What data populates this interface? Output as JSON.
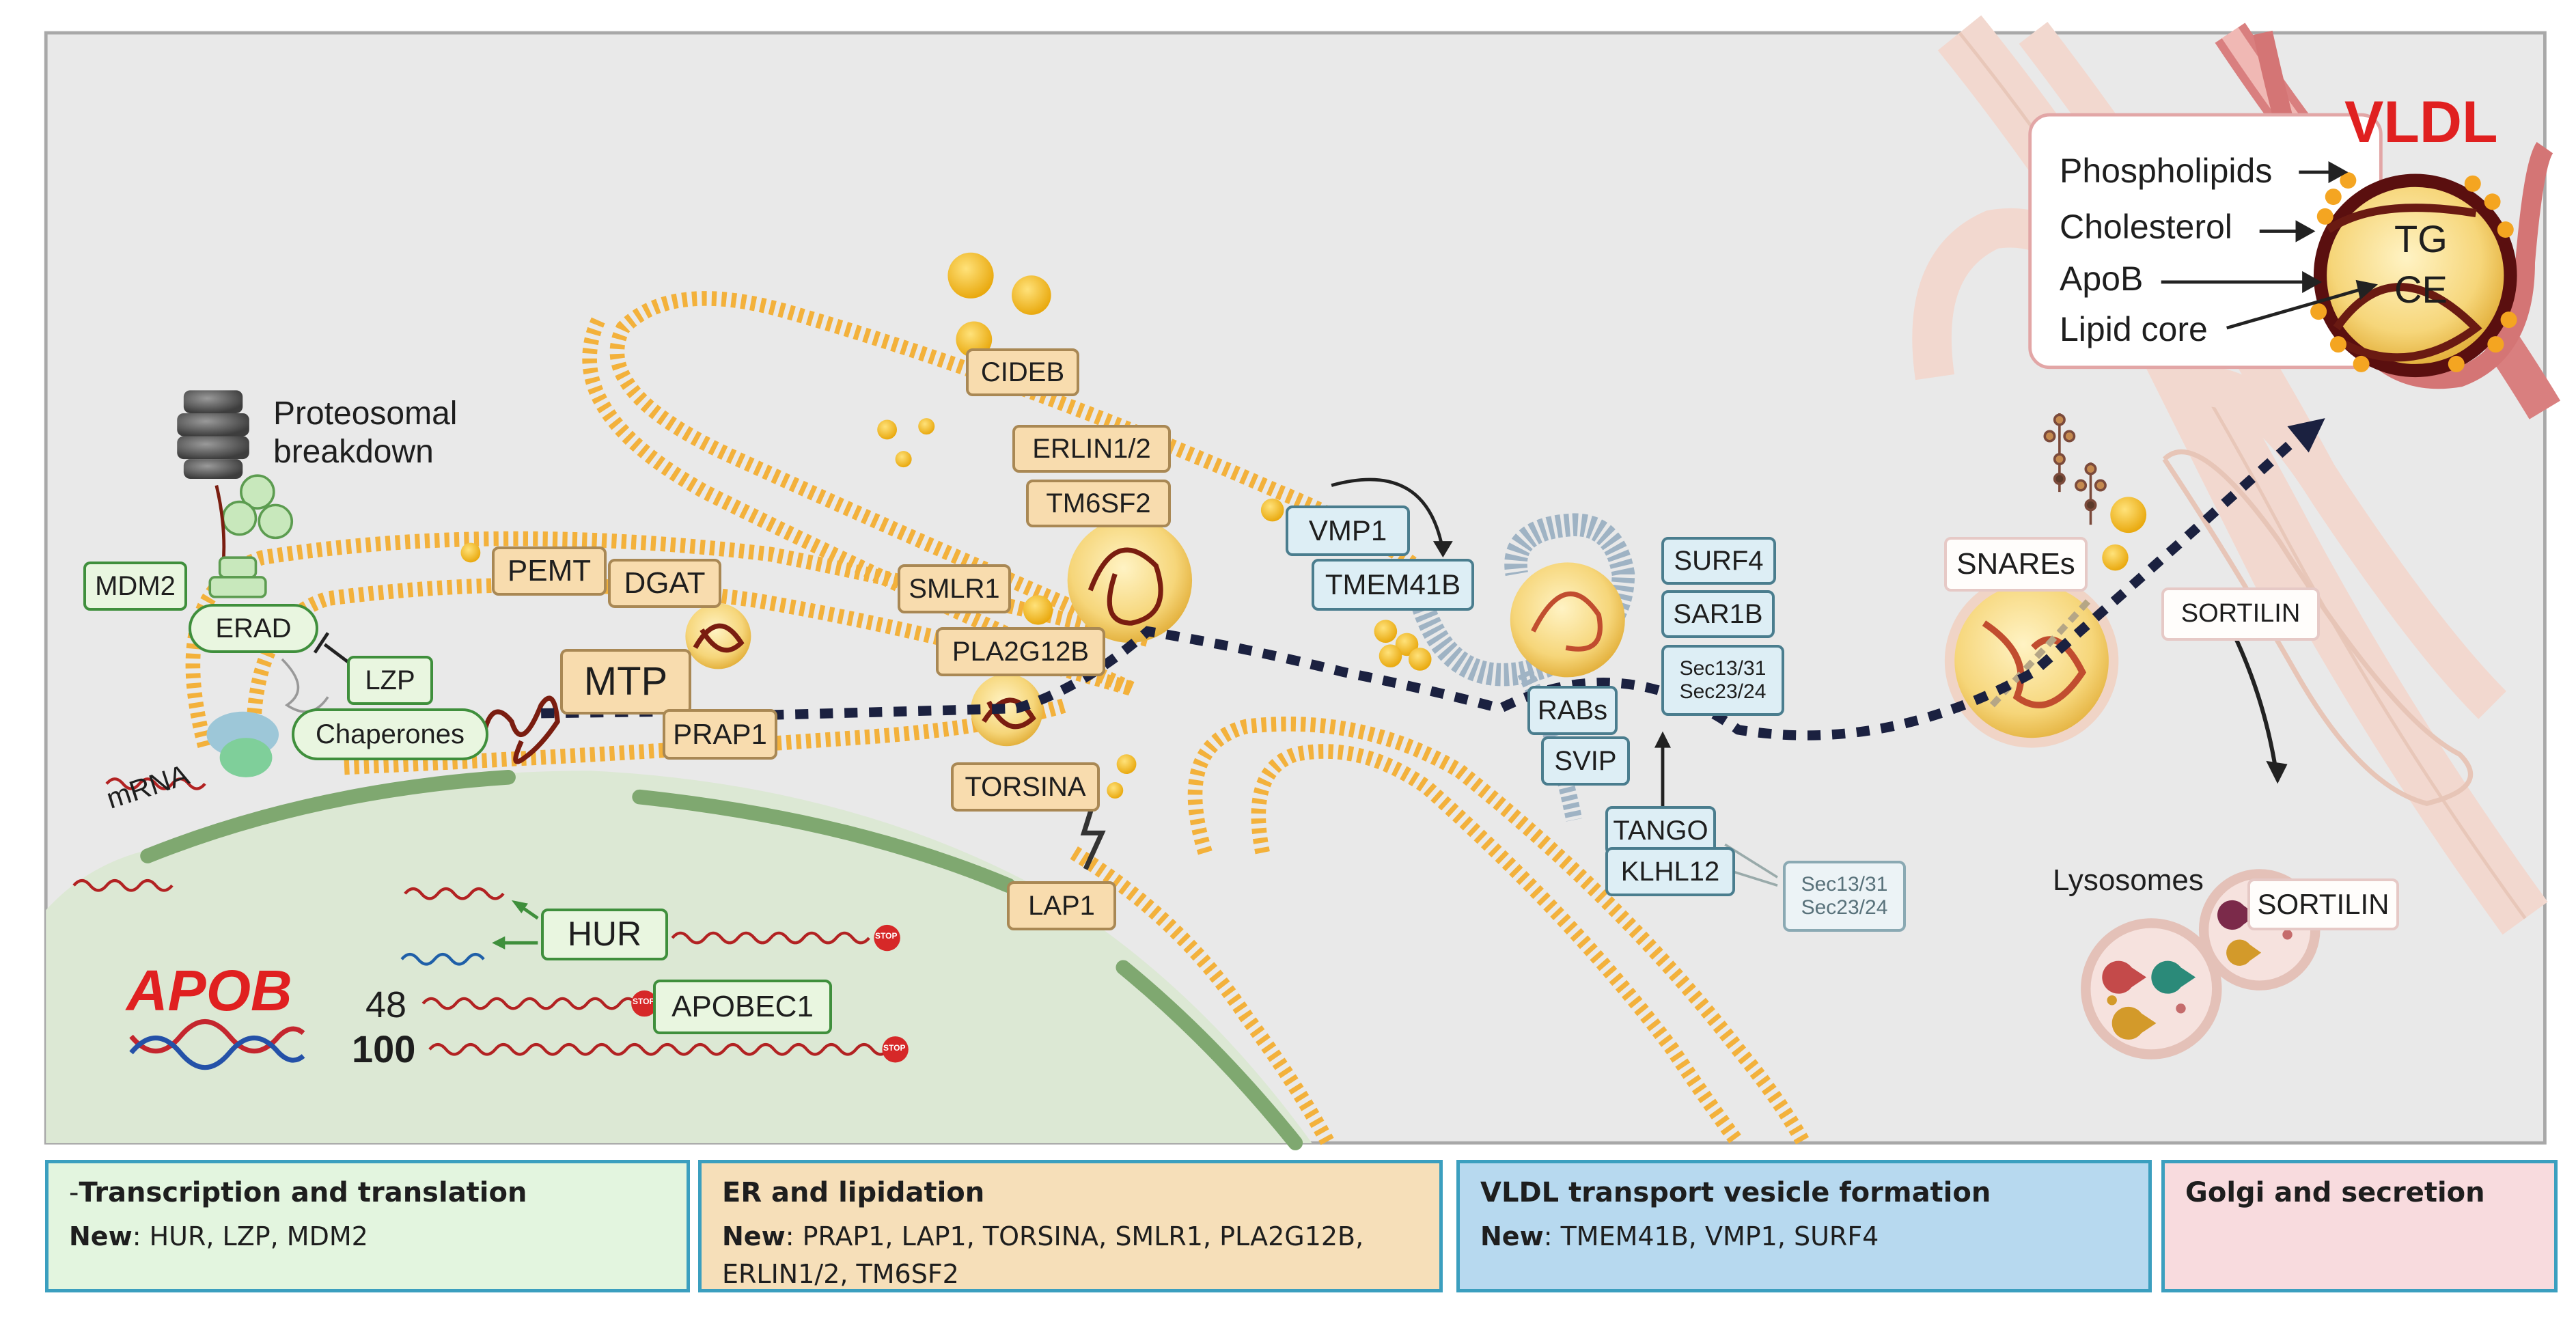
{
  "labels": {
    "vldl_title": "VLDL",
    "phospholipids": "Phospholipids",
    "cholesterol": "Cholesterol",
    "apob": "ApoB",
    "lipid_core": "Lipid core",
    "tg": "TG",
    "ce": "CE",
    "proteosomal": "Proteosomal",
    "breakdown": "breakdown",
    "mrna": "mRNA",
    "apob_gene": "APOB",
    "n48": "48",
    "n100": "100",
    "lysosomes": "Lysosomes",
    "stop": "STOP"
  },
  "proteins": {
    "mdm2": "MDM2",
    "erad": "ERAD",
    "lzp": "LZP",
    "chaperones": "Chaperones",
    "pemt": "PEMT",
    "dgat": "DGAT",
    "mtp": "MTP",
    "prap1": "PRAP1",
    "cideb": "CIDEB",
    "erlin": "ERLIN1/2",
    "tm6sf2": "TM6SF2",
    "smlr1": "SMLR1",
    "pla2g12b": "PLA2G12B",
    "torsina": "TORSINA",
    "lap1": "LAP1",
    "vmp1": "VMP1",
    "tmem41b": "TMEM41B",
    "surf4": "SURF4",
    "sar1b": "SAR1B",
    "sec13_31": "Sec13/31",
    "sec23_24": "Sec23/24",
    "rabs": "RABs",
    "svip": "SVIP",
    "tango": "TANGO",
    "klhl12": "KLHL12",
    "sec13_31_b": "Sec13/31",
    "sec23_24_b": "Sec23/24",
    "snares": "SNAREs",
    "sortilin1": "SORTILIN",
    "sortilin2": "SORTILIN",
    "hur": "HUR",
    "apobec1": "APOBEC1"
  },
  "panels": [
    {
      "prefix": "-",
      "title": "Transcription and translation",
      "new_label": "New",
      "new_text": ": HUR, LZP, MDM2",
      "new_text2": "",
      "fill": "#e3f5df",
      "border": "#3b9fbf"
    },
    {
      "prefix": "",
      "title": "ER and lipidation",
      "new_label": "New",
      "new_text": ": PRAP1, LAP1, TORSINA, SMLR1, PLA2G12B,",
      "new_text2": "ERLIN1/2, TM6SF2",
      "fill": "#f6dfb9",
      "border": "#3b9fbf"
    },
    {
      "prefix": "",
      "title": "VLDL transport vesicle formation",
      "new_label": "New",
      "new_text": ": TMEM41B, VMP1, SURF4",
      "new_text2": "",
      "fill": "#b7d9ef",
      "border": "#3b9fbf"
    },
    {
      "prefix": "",
      "title": "Golgi and secretion",
      "new_label": "",
      "new_text": "",
      "new_text2": "",
      "fill": "#f8dbde",
      "border": "#3b9fbf"
    }
  ],
  "colors": {
    "background": "#e9e9e9",
    "nucleus": "#dce8d4",
    "membrane": "#f3b13b",
    "pathway": "#1b2140",
    "vldl_title": "#e02020",
    "apob_gene": "#e02020"
  },
  "icons": [
    "proteasome-icon",
    "ribosome-icon",
    "lipid-droplet-icon",
    "stop-sign-icon",
    "dna-helix-icon",
    "lysosome-icon",
    "glycan-icon"
  ]
}
